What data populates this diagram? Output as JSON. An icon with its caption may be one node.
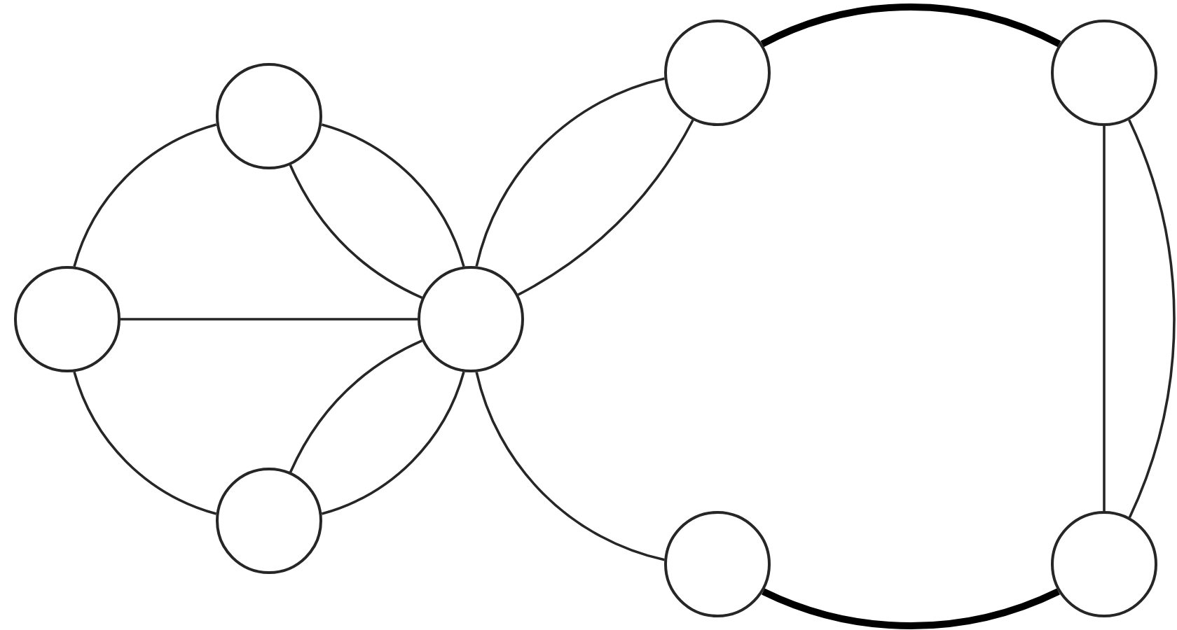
{
  "diagram": {
    "nodes": [
      {
        "text": [],
        "shape": "circle"
      },
      {
        "text": [],
        "shape": "circle"
      },
      {
        "text": [],
        "shape": "circle"
      },
      {
        "text": [],
        "shape": "circle"
      },
      {
        "text": [],
        "shape": "circle"
      },
      {
        "text": [],
        "shape": "circle"
      },
      {
        "text": [],
        "shape": "circle"
      },
      {
        "text": [],
        "shape": "circle"
      }
    ],
    "edges": [
      {
        "from": 1,
        "to": 0,
        "arrow": "none"
      },
      {
        "from": 0,
        "to": 3,
        "arrow": "none"
      },
      {
        "from": 0,
        "to": 3,
        "arrow": "none"
      },
      {
        "from": 1,
        "to": 3,
        "arrow": "none"
      },
      {
        "from": 1,
        "to": 2,
        "arrow": "none"
      },
      {
        "from": 2,
        "to": 3,
        "arrow": "none"
      },
      {
        "from": 2,
        "to": 3,
        "arrow": "none"
      },
      {
        "from": 3,
        "to": 4,
        "arrow": "none"
      },
      {
        "from": 3,
        "to": 4,
        "arrow": "none"
      },
      {
        "from": 3,
        "to": 6,
        "arrow": "none"
      },
      {
        "from": 4,
        "to": 5,
        "arrow": "none",
        "style": "thick"
      },
      {
        "from": 5,
        "to": 7,
        "arrow": "none"
      },
      {
        "from": 5,
        "to": 7,
        "arrow": "none"
      },
      {
        "from": 6,
        "to": 7,
        "arrow": "none",
        "style": "thick"
      }
    ]
  }
}
